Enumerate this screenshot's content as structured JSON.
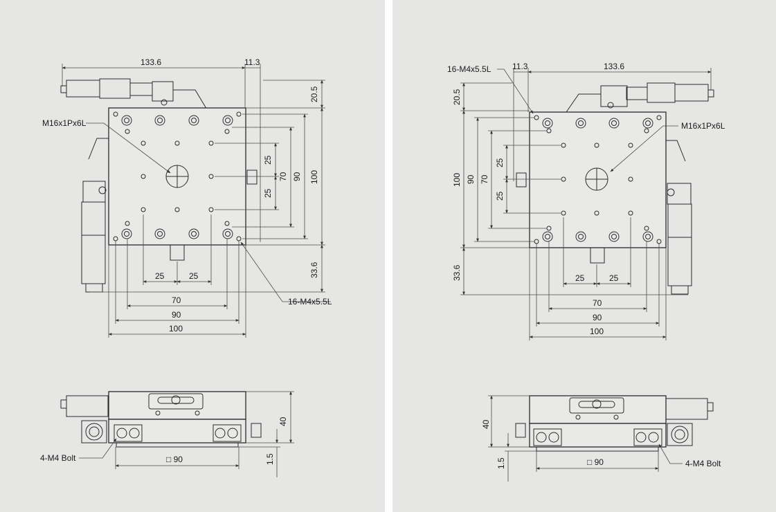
{
  "drawing_units": "mm",
  "top_view": {
    "overall_length": "133.6",
    "offset": "11.3",
    "top_extension": "20.5",
    "bottom_extension": "33.6",
    "outer_size": "100",
    "hole_pitch_outer": "90",
    "hole_pitch_mid": "70",
    "hole_pitch_inner": "25",
    "center_thread": "M16x1Px6L",
    "corner_thread": "16-M4x5.5L"
  },
  "side_view": {
    "height": "40",
    "base_step": "1.5",
    "bolt_pattern": "□ 90",
    "bolt_callout": "4-M4 Bolt"
  }
}
